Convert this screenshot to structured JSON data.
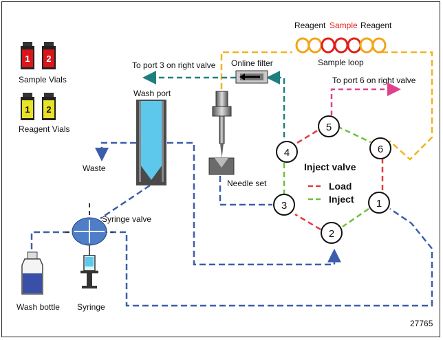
{
  "labels": {
    "sample_vials": "Sample Vials",
    "reagent_vials": "Reagent Vials",
    "to_port3": "To port 3 on right valve",
    "online_filter": "Online filter",
    "wash_port": "Wash port",
    "waste": "Waste",
    "needle_set": "Needle set",
    "syringe_valve": "Syringe valve",
    "wash_bottle": "Wash bottle",
    "syringe": "Syringe",
    "sample_loop": "Sample loop",
    "loop_left": "Reagent",
    "loop_middle": "Sample",
    "loop_right": "Reagent",
    "to_port6": "To port 6 on right valve",
    "inject_valve": "Inject valve",
    "legend_load": "Load",
    "legend_inject": "Inject",
    "figure_number": "27765"
  },
  "vials": {
    "sample": [
      "1",
      "2"
    ],
    "reagent": [
      "1",
      "2"
    ]
  },
  "ports": [
    "1",
    "2",
    "3",
    "4",
    "5",
    "6"
  ],
  "colors": {
    "load": "#e23b3b",
    "inject": "#6cbf3a",
    "blue_line": "#3b5eaa",
    "teal_line": "#1f7f7f",
    "yellow_line": "#f0b41e",
    "magenta_line": "#e0418f",
    "orange_coil": "#f2a516",
    "red_coil": "#e0201c",
    "sample_vial": "#d8161b",
    "reagent_vial": "#e8e326",
    "wash_fluid": "#5ec8ec",
    "bottle_fluid": "#3a4fa8",
    "syringe_valve": "#4f7ec9"
  }
}
